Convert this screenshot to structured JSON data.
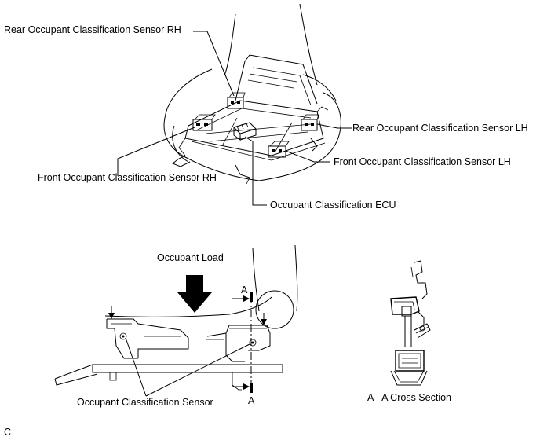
{
  "labels": {
    "rear_rh": "Rear Occupant Classification Sensor RH",
    "rear_lh": "Rear Occupant Classification Sensor LH",
    "front_lh": "Front Occupant Classification Sensor LH",
    "front_rh": "Front Occupant Classification Sensor RH",
    "ecu": "Occupant Classification ECU",
    "occupant_load": "Occupant Load",
    "section_a_top": "A",
    "section_a_bottom": "A",
    "sensor": "Occupant Classification Sensor",
    "cross_section": "A - A Cross Section",
    "figure_code": "C"
  }
}
